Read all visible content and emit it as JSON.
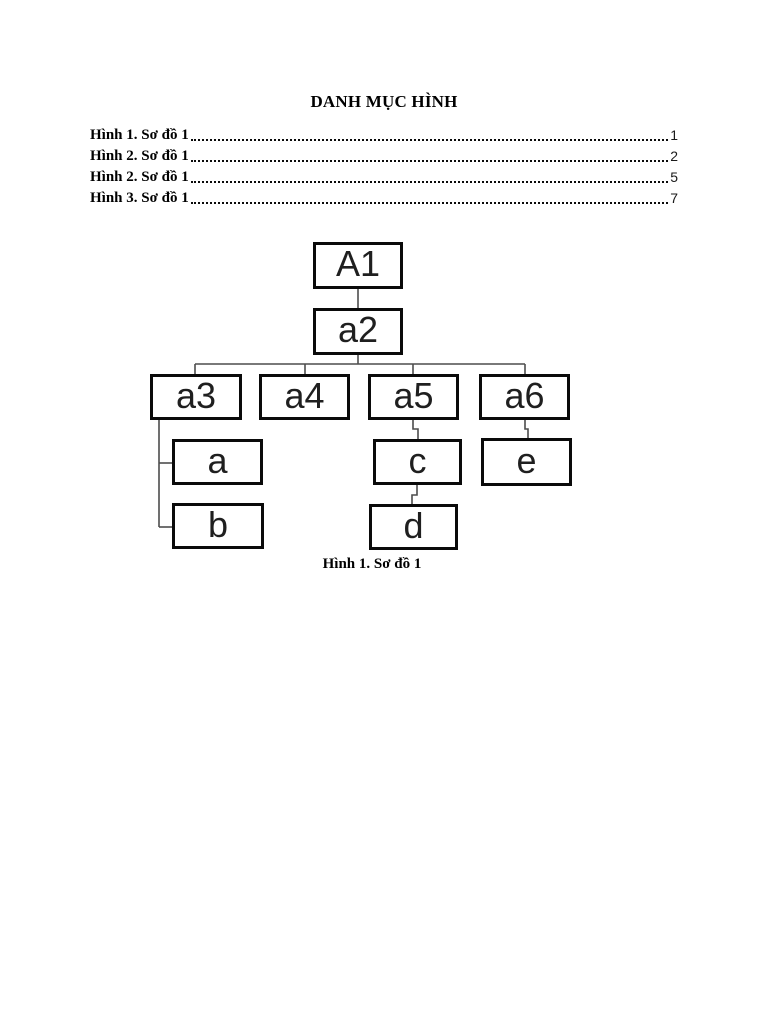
{
  "page": {
    "title": "DANH MỤC HÌNH"
  },
  "toc": {
    "entries": [
      {
        "label": "Hình 1. Sơ đồ 1",
        "page": "1"
      },
      {
        "label": "Hình 2. Sơ đồ 1",
        "page": "2"
      },
      {
        "label": "Hình 2. Sơ đồ 1",
        "page": "5"
      },
      {
        "label": "Hình 3. Sơ đồ 1",
        "page": "7"
      }
    ]
  },
  "diagram": {
    "type": "org-chart",
    "nodes": [
      {
        "id": "A1",
        "label": "A1"
      },
      {
        "id": "a2",
        "label": "a2"
      },
      {
        "id": "a3",
        "label": "a3"
      },
      {
        "id": "a4",
        "label": "a4"
      },
      {
        "id": "a5",
        "label": "a5"
      },
      {
        "id": "a6",
        "label": "a6"
      },
      {
        "id": "a",
        "label": "a"
      },
      {
        "id": "b",
        "label": "b"
      },
      {
        "id": "c",
        "label": "c"
      },
      {
        "id": "d",
        "label": "d"
      },
      {
        "id": "e",
        "label": "e"
      }
    ],
    "edges": [
      [
        "A1",
        "a2"
      ],
      [
        "a2",
        "a3"
      ],
      [
        "a2",
        "a4"
      ],
      [
        "a2",
        "a5"
      ],
      [
        "a2",
        "a6"
      ],
      [
        "a3",
        "a"
      ],
      [
        "a3",
        "b"
      ],
      [
        "a5",
        "c"
      ],
      [
        "c",
        "d"
      ],
      [
        "a6",
        "e"
      ]
    ],
    "caption": "Hình 1. Sơ đồ 1"
  },
  "colors": {
    "background": "#ffffff",
    "text": "#000000",
    "node_border": "#0a0a0a",
    "connector": "#4d4d4d"
  }
}
